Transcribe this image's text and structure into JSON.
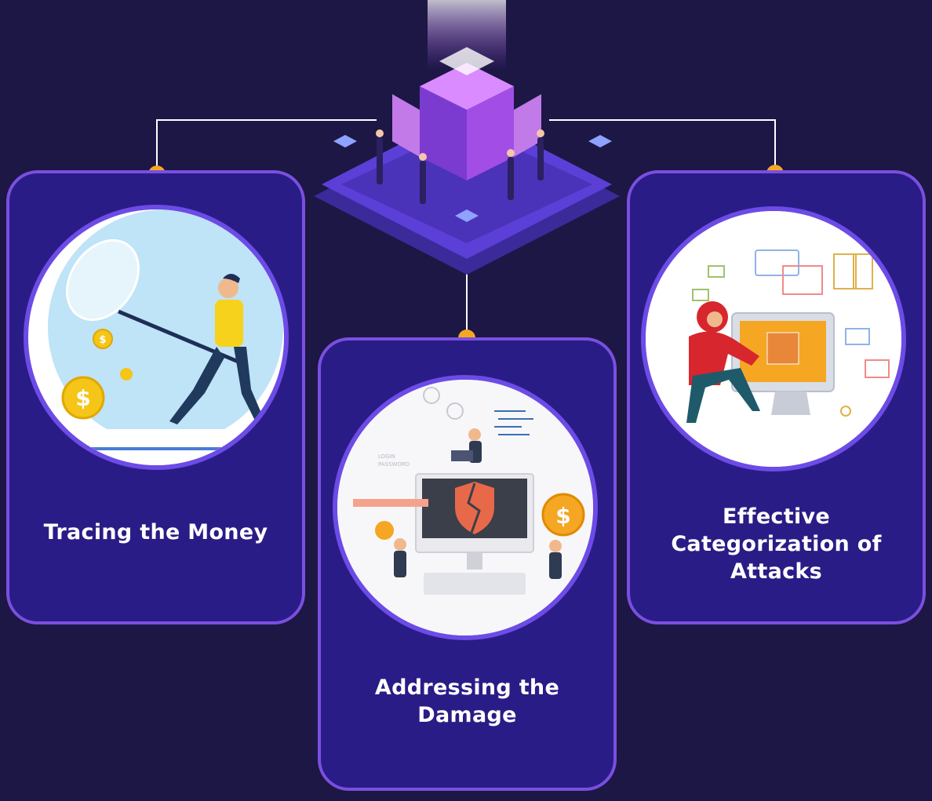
{
  "diagram": {
    "cards": [
      {
        "id": "left",
        "title_lines": [
          "Tracing the Money"
        ]
      },
      {
        "id": "middle",
        "title_lines": [
          "Addressing the",
          "Damage"
        ]
      },
      {
        "id": "right",
        "title_lines": [
          "Effective",
          "Categorization of",
          "Attacks"
        ]
      }
    ]
  },
  "illustrations": {
    "coin_symbol": "$",
    "login_label": "LOGIN",
    "password_label": "PASSWORD"
  },
  "colors": {
    "background": "#1c1744",
    "card_fill": "#2a1c86",
    "card_border": "#7a4fe0",
    "connector_dot": "#f5a623",
    "connector_line": "#ffffff"
  }
}
